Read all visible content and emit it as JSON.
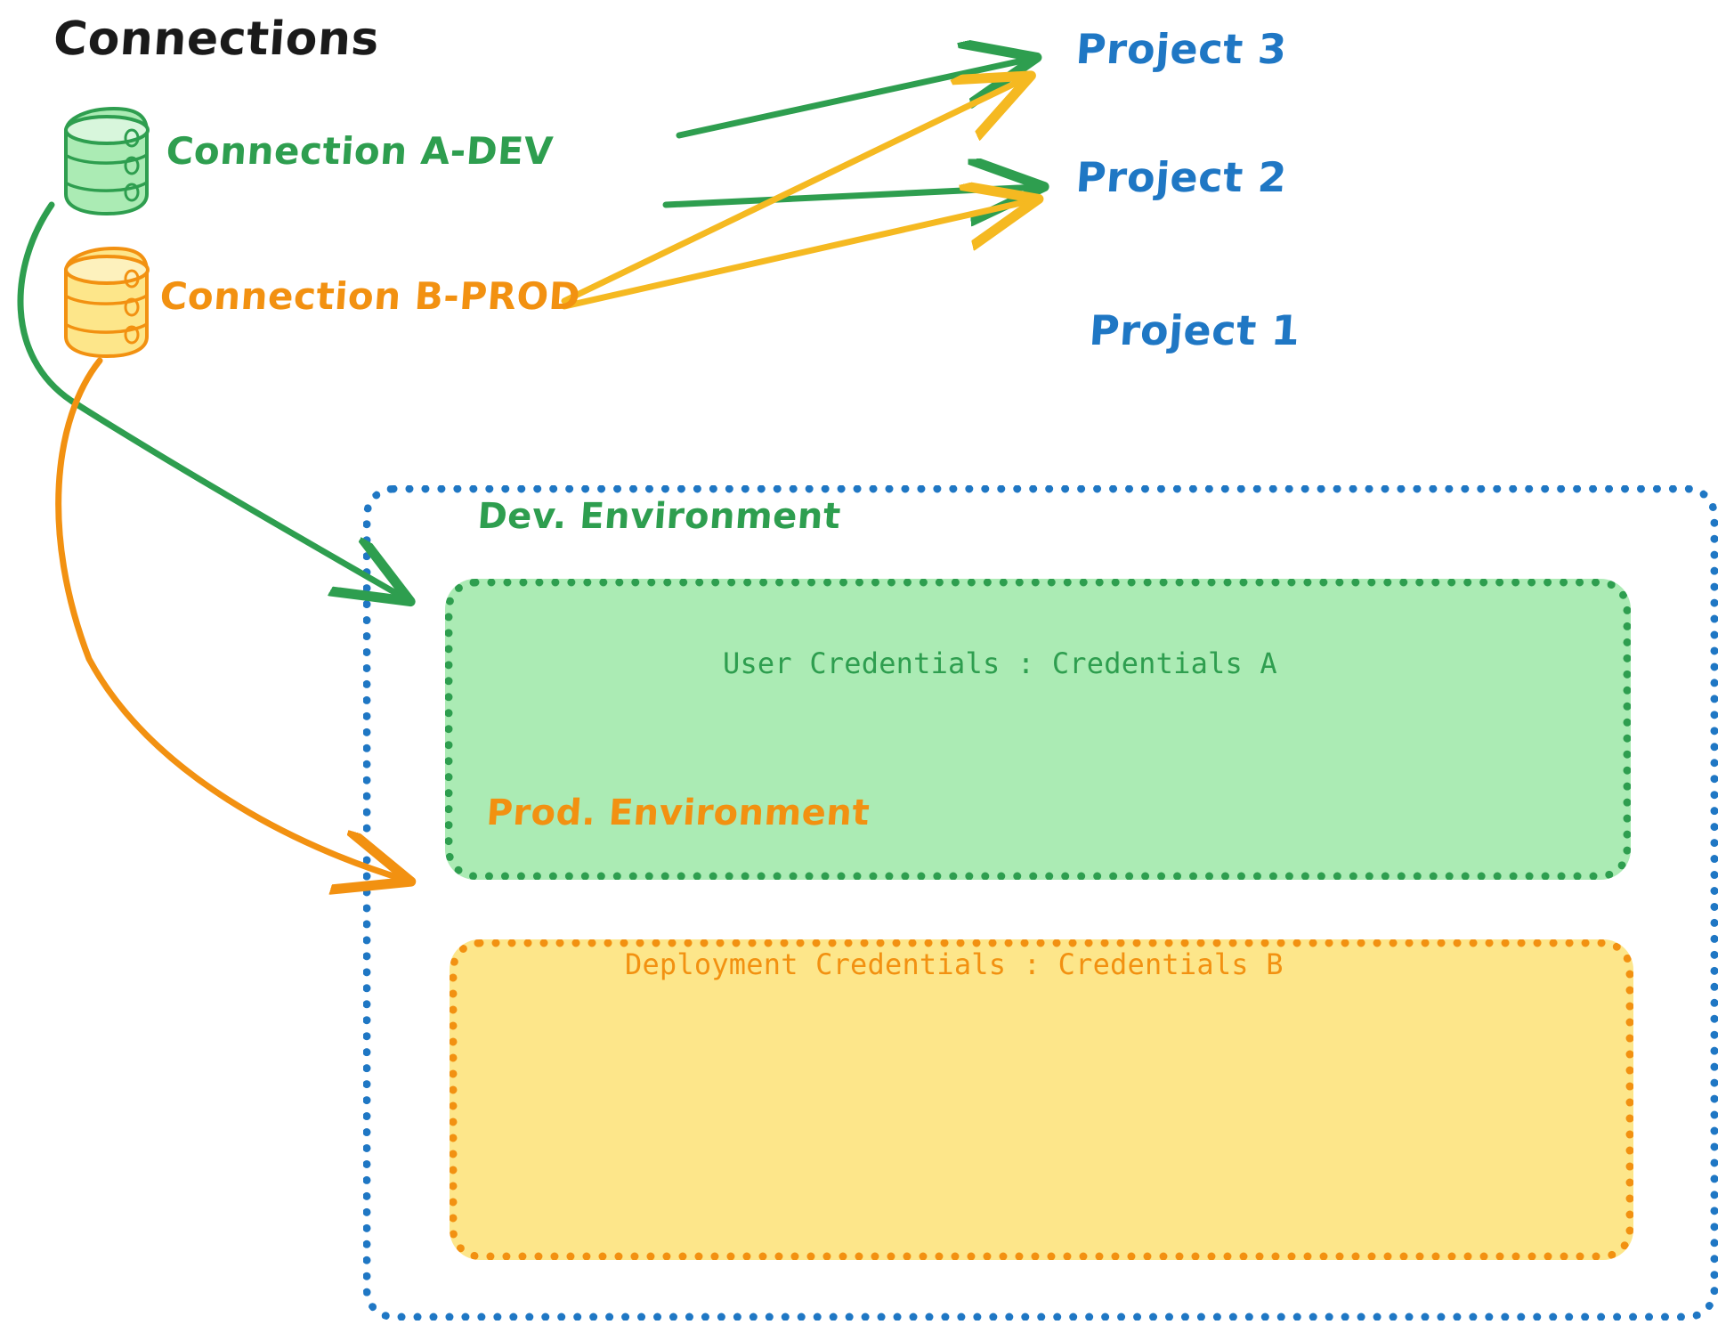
{
  "diagram": {
    "title": "Connections",
    "connections": [
      {
        "id": "a-dev",
        "label": "Connection A-DEV",
        "color": "#2e9e4f",
        "icon": "database-icon"
      },
      {
        "id": "b-prod",
        "label": "Connection B-PROD",
        "color": "#f29111",
        "icon": "database-icon"
      }
    ],
    "projects": [
      {
        "id": "project-3",
        "label": "Project 3",
        "color": "#1f77c4"
      },
      {
        "id": "project-2",
        "label": "Project 2",
        "color": "#1f77c4"
      },
      {
        "id": "project-1",
        "label": "Project 1",
        "color": "#1f77c4"
      }
    ],
    "environments": [
      {
        "id": "dev",
        "title": "Dev. Environment",
        "credentials": "User Credentials : Credentials A",
        "border_color": "#2e9e4f",
        "fill_color": "#abebb4"
      },
      {
        "id": "prod",
        "title": "Prod. Environment",
        "credentials": "Deployment Credentials : Credentials B",
        "border_color": "#f29111",
        "fill_color": "#fde68a"
      }
    ],
    "container": {
      "id": "project-1-container",
      "border_color": "#1f77c4"
    },
    "edges": [
      {
        "from": "a-dev",
        "to": "project-3",
        "color": "#2e9e4f"
      },
      {
        "from": "a-dev",
        "to": "project-2",
        "color": "#2e9e4f"
      },
      {
        "from": "b-prod",
        "to": "project-3",
        "color": "#f5b921"
      },
      {
        "from": "b-prod",
        "to": "project-2",
        "color": "#f5b921"
      },
      {
        "from": "a-dev",
        "to": "dev",
        "color": "#2e9e4f"
      },
      {
        "from": "b-prod",
        "to": "prod",
        "color": "#f29111"
      }
    ]
  }
}
